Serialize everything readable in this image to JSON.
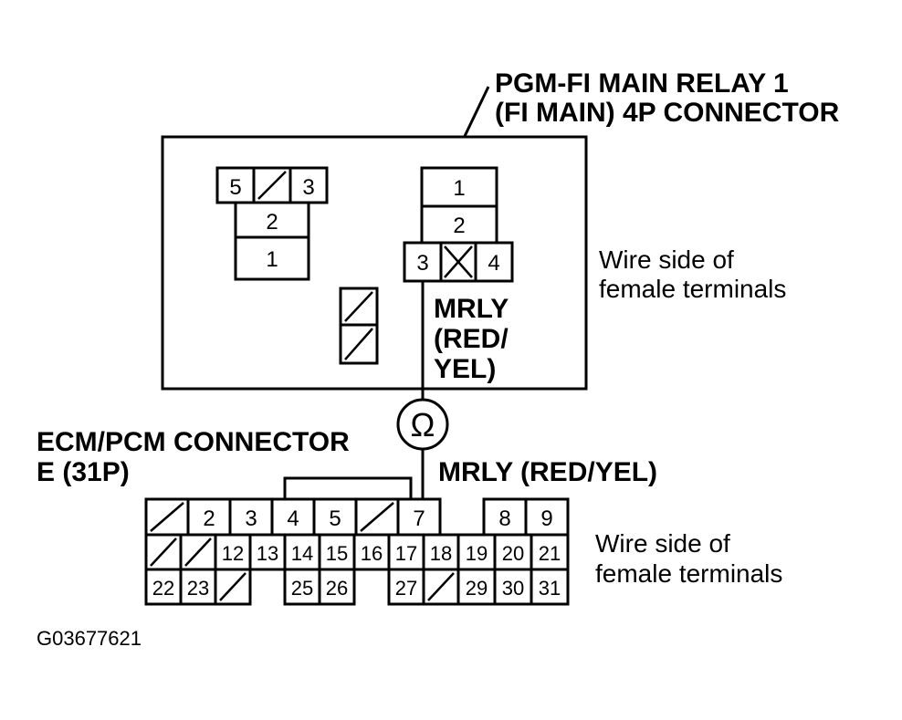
{
  "relay_connector": {
    "title_line1": "PGM-FI MAIN RELAY 1",
    "title_line2": "(FI MAIN) 4P CONNECTOR",
    "left_block": {
      "t5": "5",
      "t3": "3",
      "t2": "2",
      "t1": "1"
    },
    "right_block": {
      "t1": "1",
      "t2": "2",
      "t3": "3",
      "t4": "4"
    },
    "wire_line1": "MRLY",
    "wire_line2": "(RED/",
    "wire_line3": "YEL)",
    "side_note_line1": "Wire side of",
    "side_note_line2": "female terminals"
  },
  "ohmmeter_symbol": "Ω",
  "ecm_connector": {
    "title_line1": "ECM/PCM CONNECTOR",
    "title_line2": "E (31P)",
    "wire_label": "MRLY (RED/YEL)",
    "row1": [
      "2",
      "3",
      "4",
      "5",
      "7",
      "8",
      "9"
    ],
    "row2": [
      "12",
      "13",
      "14",
      "15",
      "16",
      "17",
      "18",
      "19",
      "20",
      "21"
    ],
    "row3": [
      "22",
      "23",
      "25",
      "26",
      "27",
      "29",
      "30",
      "31"
    ],
    "side_note_line1": "Wire side of",
    "side_note_line2": "female terminals"
  },
  "figure_code": "G03677621"
}
